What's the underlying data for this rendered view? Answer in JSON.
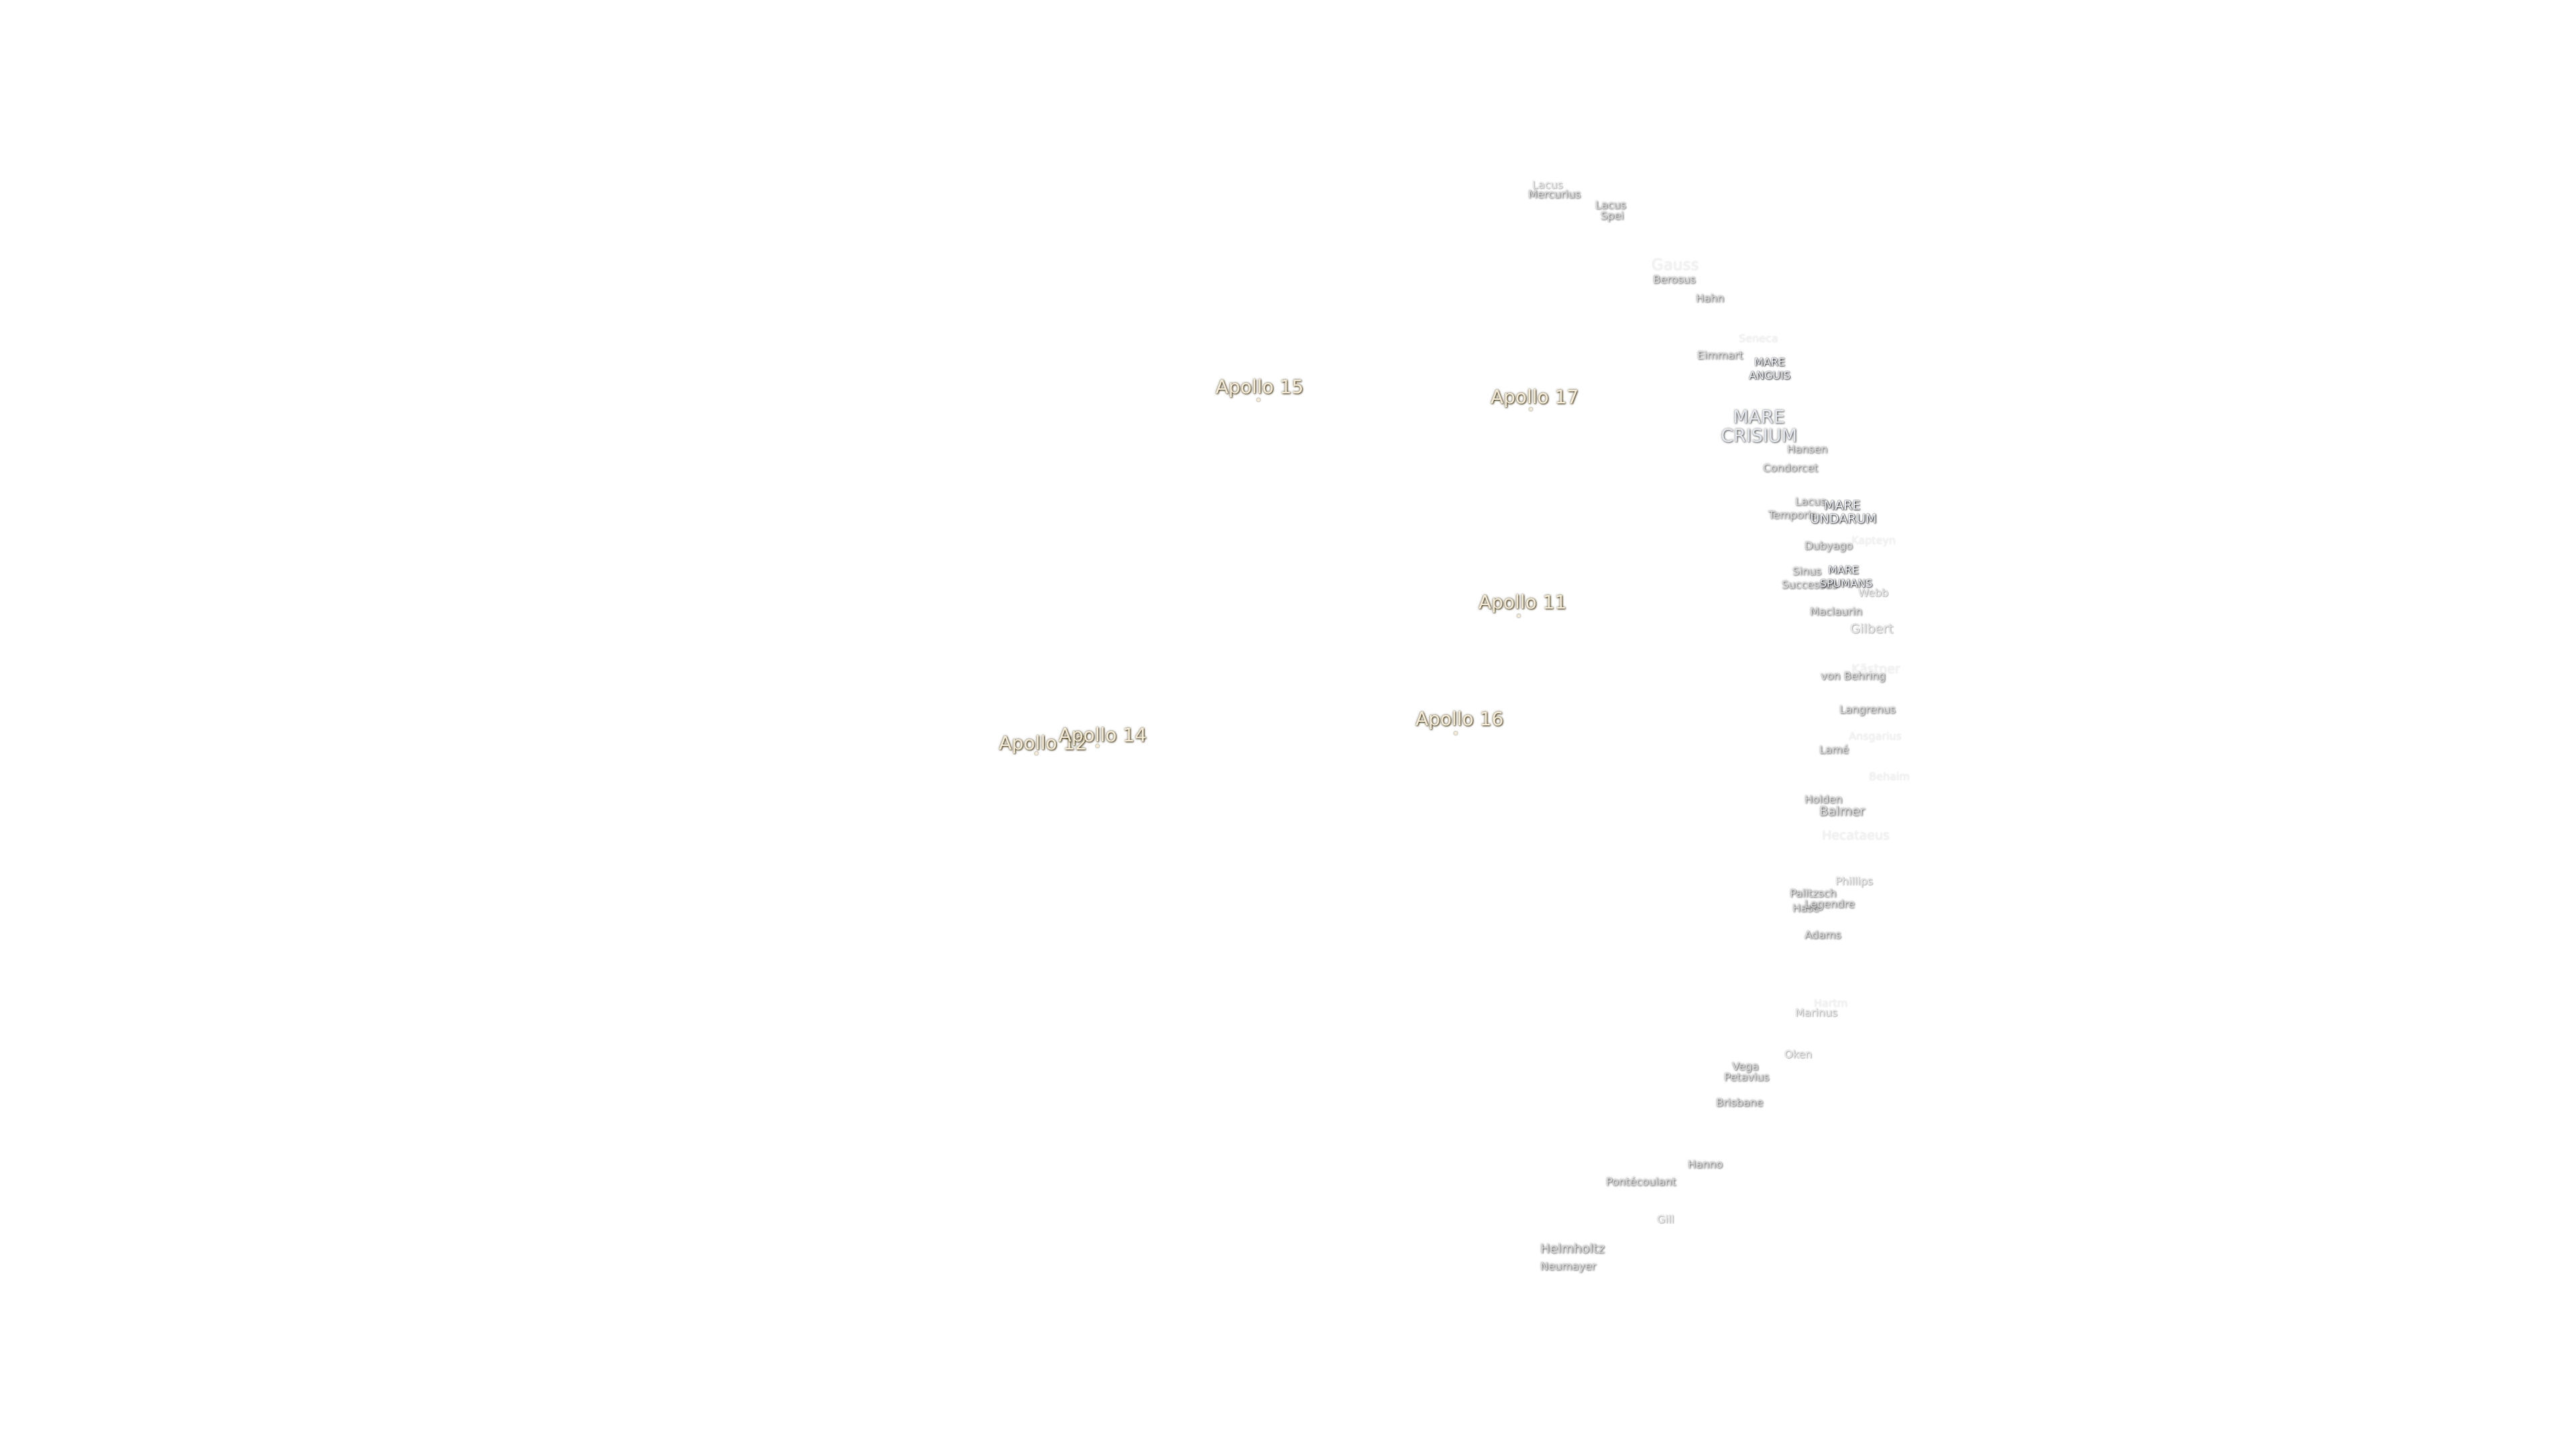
{
  "apollo_sites": [
    {
      "id": "apollo-15",
      "label": "Apollo 15"
    },
    {
      "id": "apollo-17",
      "label": "Apollo 17"
    },
    {
      "id": "apollo-11",
      "label": "Apollo 11"
    },
    {
      "id": "apollo-16",
      "label": "Apollo 16"
    },
    {
      "id": "apollo-12",
      "label": "Apollo 12"
    },
    {
      "id": "apollo-14",
      "label": "Apollo 14"
    }
  ],
  "features": {
    "lacus_mortis": "Lacus",
    "mercurius": "Mercurius",
    "lacus_spei_1": "Lacus",
    "lacus_spei_2": "Spei",
    "gauss": "Gauss",
    "berosus": "Berosus",
    "hahn": "Hahn",
    "seneca": "Seneca",
    "eimmart": "Eimmart",
    "mare_anguis_1": "MARE",
    "mare_anguis_2": "ANGUIS",
    "mare_crisium_1": "MARE",
    "mare_crisium_2": "CRISIUM",
    "hansen": "Hansen",
    "condorcet": "Condorcet",
    "lacus_2": "Lacus",
    "temporis": "Temporis",
    "mare_undarum_1": "MARE",
    "mare_undarum_2": "UNDARUM",
    "dubyago": "Dubyago",
    "sinus": "Sinus",
    "successus": "Successus",
    "mare_spumans_1": "MARE",
    "mare_spumans_2": "SPUMANS",
    "webb": "Webb",
    "maclaurin": "Maclaurin",
    "gilbert": "Gilbert",
    "von_behring": "von Behring",
    "kastner": "Kästner",
    "kapteyn": "Kapteyn",
    "langrenus": "Langrenus",
    "ansgarius": "Ansgarius",
    "lame": "Lamé",
    "behaim": "Behaim",
    "holden": "Holden",
    "balmer": "Balmer",
    "hecataeus": "Hecataeus",
    "phillips": "Phillips",
    "palitzsch": "Palitzsch",
    "hase": "Hase",
    "legendre": "Legendre",
    "adams": "Adams",
    "marinus": "Marinus",
    "hartm": "Hartm",
    "oken": "Oken",
    "vega": "Vega",
    "petavius": "Petavius",
    "brisbane": "Brisbane",
    "hanno": "Hanno",
    "pontecoulant": "Pontécoulant",
    "gill": "Gill",
    "helmholtz": "Helmholtz",
    "neumayer": "Neumayer"
  },
  "colors": {
    "background": "#ffffff",
    "label_fill": "#d9d9d9",
    "label_outline": "#555555",
    "apollo_fill": "#f4ecd8",
    "apollo_outline": "#46371a"
  }
}
